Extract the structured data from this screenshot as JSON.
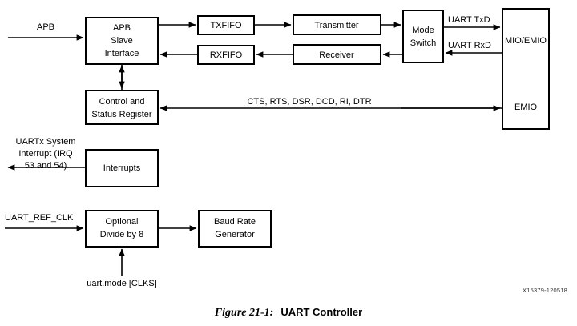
{
  "figure": {
    "number": "Figure 21-1:",
    "title": "UART Controller",
    "doc_id": "X15379-120518"
  },
  "blocks": {
    "apb_slave": {
      "lines": [
        "APB",
        "Slave",
        "Interface"
      ]
    },
    "txfifo": {
      "label": "TXFIFO"
    },
    "rxfifo": {
      "label": "RXFIFO"
    },
    "transmitter": {
      "label": "Transmitter"
    },
    "receiver": {
      "label": "Receiver"
    },
    "mode_switch": {
      "lines": [
        "Mode",
        "Switch"
      ]
    },
    "mio_emio": {
      "label_top": "MIO/EMIO",
      "label_bottom": "EMIO"
    },
    "control_status": {
      "lines": [
        "Control and",
        "Status Register"
      ]
    },
    "interrupts": {
      "label": "Interrupts"
    },
    "divide_by_8": {
      "lines": [
        "Optional",
        "Divide by 8"
      ]
    },
    "baud_rate": {
      "lines": [
        "Baud Rate",
        "Generator"
      ]
    }
  },
  "signals": {
    "apb_bus": "APB",
    "uart_txd": "UART TxD",
    "uart_rxd": "UART RxD",
    "modem_signals": "CTS, RTS, DSR, DCD, RI, DTR",
    "interrupt_line1": "UARTx System",
    "interrupt_line2": "Interrupt (IRQ",
    "interrupt_line3": "53 and 54)",
    "ref_clk": "UART_REF_CLK",
    "mode_clks": "uart.mode [CLKS]"
  },
  "colors": {
    "background": "#ffffff",
    "stroke": "#000000",
    "text": "#000000"
  }
}
